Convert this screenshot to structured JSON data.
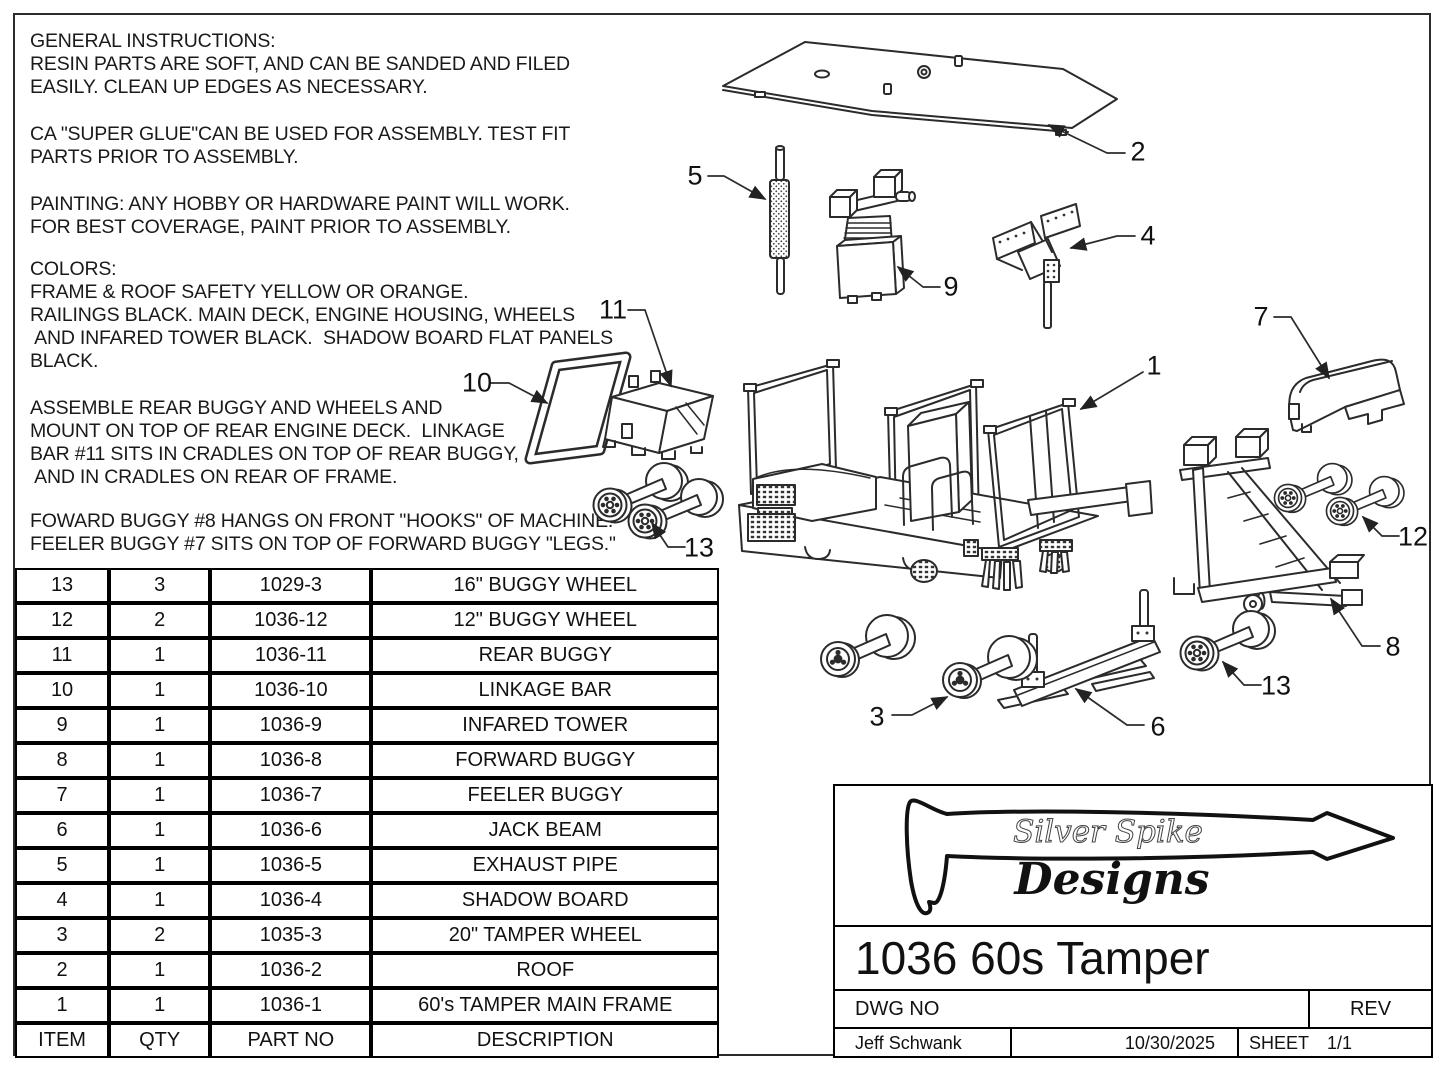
{
  "instructions": {
    "p1": "GENERAL INSTRUCTIONS:\nRESIN PARTS ARE SOFT, AND CAN BE SANDED AND FILED\nEASILY. CLEAN UP EDGES AS NECESSARY.",
    "p2": "CA \"SUPER GLUE\"CAN BE USED FOR ASSEMBLY. TEST FIT\nPARTS PRIOR TO ASSEMBLY.",
    "p3": "PAINTING: ANY HOBBY OR HARDWARE PAINT WILL WORK.\nFOR BEST COVERAGE, PAINT PRIOR TO ASSEMBLY.",
    "p4": "COLORS:\nFRAME & ROOF SAFETY YELLOW OR ORANGE.\nRAILINGS BLACK. MAIN DECK, ENGINE HOUSING, WHEELS\n AND INFARED TOWER BLACK.  SHADOW BOARD FLAT PANELS\nBLACK.",
    "p5": "ASSEMBLE REAR BUGGY AND WHEELS AND\nMOUNT ON TOP OF REAR ENGINE DECK.  LINKAGE\nBAR #11 SITS IN CRADLES ON TOP OF REAR BUGGY,\n AND IN CRADLES ON REAR OF FRAME.",
    "p6": "FOWARD BUGGY #8 HANGS ON FRONT \"HOOKS\" OF MACHINE.\nFEELER BUGGY #7 SITS ON TOP OF FORWARD BUGGY \"LEGS.\""
  },
  "parts_table": {
    "headers": {
      "item": "ITEM",
      "qty": "QTY",
      "part_no": "PART NO",
      "description": "DESCRIPTION"
    },
    "rows": [
      {
        "item": "13",
        "qty": "3",
        "part_no": "1029-3",
        "description": "16\" BUGGY WHEEL"
      },
      {
        "item": "12",
        "qty": "2",
        "part_no": "1036-12",
        "description": "12\" BUGGY WHEEL"
      },
      {
        "item": "11",
        "qty": "1",
        "part_no": "1036-11",
        "description": "REAR BUGGY"
      },
      {
        "item": "10",
        "qty": "1",
        "part_no": "1036-10",
        "description": "LINKAGE BAR"
      },
      {
        "item": "9",
        "qty": "1",
        "part_no": "1036-9",
        "description": "INFARED TOWER"
      },
      {
        "item": "8",
        "qty": "1",
        "part_no": "1036-8",
        "description": "FORWARD BUGGY"
      },
      {
        "item": "7",
        "qty": "1",
        "part_no": "1036-7",
        "description": "FEELER BUGGY"
      },
      {
        "item": "6",
        "qty": "1",
        "part_no": "1036-6",
        "description": "JACK BEAM"
      },
      {
        "item": "5",
        "qty": "1",
        "part_no": "1036-5",
        "description": "EXHAUST PIPE"
      },
      {
        "item": "4",
        "qty": "1",
        "part_no": "1036-4",
        "description": "SHADOW BOARD"
      },
      {
        "item": "3",
        "qty": "2",
        "part_no": "1035-3",
        "description": "20\" TAMPER WHEEL"
      },
      {
        "item": "2",
        "qty": "1",
        "part_no": "1036-2",
        "description": "ROOF"
      },
      {
        "item": "1",
        "qty": "1",
        "part_no": "1036-1",
        "description": "60's TAMPER MAIN FRAME"
      }
    ]
  },
  "callouts": {
    "main_frame": "1",
    "roof": "2",
    "tamper_wheel": "3",
    "shadow_board": "4",
    "exhaust_pipe": "5",
    "jack_beam": "6",
    "feeler_buggy": "7",
    "forward_buggy": "8",
    "infared_tower": "9",
    "linkage_bar": "10",
    "rear_buggy": "11",
    "buggy_wheel_12": "12",
    "buggy_wheel_13_left": "13",
    "buggy_wheel_13_right": "13"
  },
  "title_block": {
    "brand_line1": "Silver Spike",
    "brand_line2": "Designs",
    "title": "1036 60s Tamper",
    "dwg_no_label": "DWG NO",
    "rev_label": "REV",
    "author": "Jeff Schwank",
    "date": "10/30/2025",
    "sheet_label": "SHEET",
    "sheet_value": "1/1"
  }
}
